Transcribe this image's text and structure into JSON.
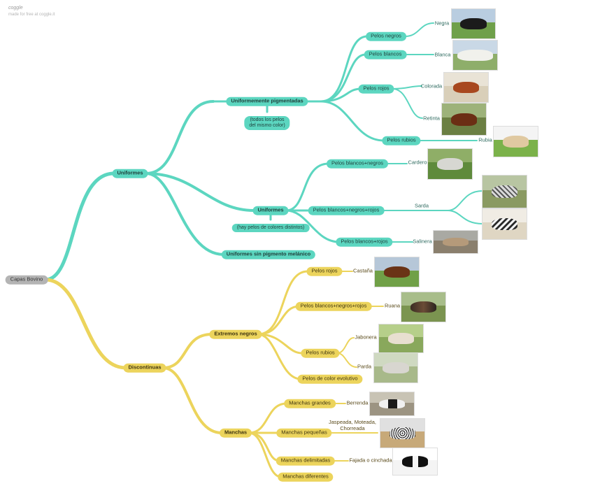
{
  "brand": {
    "logo_text": "coggle",
    "tagline": "made for free at coggle.it"
  },
  "root": "Capas Bovino",
  "colors": {
    "teal": "#5cd6c0",
    "gold": "#ecd45c",
    "root": "#b4b4b4",
    "teal_text": "#2f6b60",
    "gold_text": "#5a4a1a"
  },
  "teal_branch": {
    "label": "Uniformes",
    "uniformemente": {
      "label": "Uniformemente pigmentadas",
      "note": "(todos los pelos\ndel mismo color)",
      "negros": {
        "label": "Pelos negros",
        "leaf": "Negra",
        "photo": "bull-black"
      },
      "blancos": {
        "label": "Pelos blancos",
        "leaf": "Blanca",
        "photo": "bull-white"
      },
      "rojos": {
        "label": "Pelos rojos",
        "leaf1": "Colorada",
        "leaf2": "Retinta",
        "photo1": "bull-red",
        "photo2": "bull-brown"
      },
      "rubios": {
        "label": "Pelos rubios",
        "leaf": "Rubia",
        "photo": "bull-blond"
      }
    },
    "uniformes": {
      "label": "Uniformes",
      "note": "(hay pelos de colores distintos)",
      "blancos_negros": {
        "label": "Pelos blancos+negros",
        "leaf": "Cardero",
        "photo": "bull-grey"
      },
      "bnr": {
        "label": "Pelos blancos+negros+rojos",
        "leaf": "Sarda",
        "photo1": "bull-speckled",
        "photo2": "bull-spotted"
      },
      "blancos_rojos": {
        "label": "Pelos blancos+rojos",
        "leaf": "Salinera",
        "photo": "bull-salinera"
      }
    },
    "sin_pigmento": {
      "label": "Uniformes sin pigmento melánico"
    }
  },
  "gold_branch": {
    "label": "Discontinuas",
    "extremos": {
      "label": "Extremos negros",
      "rojos": {
        "label": "Pelos rojos",
        "leaf": "Castaña",
        "photo": "bull-chestnut"
      },
      "bnr": {
        "label": "Pelos blancos+negros+rojos",
        "leaf": "Ruana",
        "photo": "bull-ruana"
      },
      "rubios": {
        "label": "Pelos rubios",
        "leaf1": "Jabonera",
        "leaf2": "Parda",
        "photo1": "bull-jabonera",
        "photo2": "bull-parda"
      },
      "evolutivo": {
        "label": "Pelos de color evolutivo"
      }
    },
    "manchas": {
      "label": "Manchas",
      "grandes": {
        "label": "Manchas grandes",
        "leaf": "Berrenda",
        "photo": "bull-berrenda"
      },
      "pequenas": {
        "label": "Manchas pequeñas",
        "leaf": "Jaspeada, Moteada,\nChorreada",
        "photo": "bull-jaspeada"
      },
      "delimitadas": {
        "label": "Manchas delimitadas",
        "leaf": "Fajada o cinchada",
        "photo": "bull-fajada"
      },
      "diferentes": {
        "label": "Manchas diferentes"
      }
    }
  }
}
